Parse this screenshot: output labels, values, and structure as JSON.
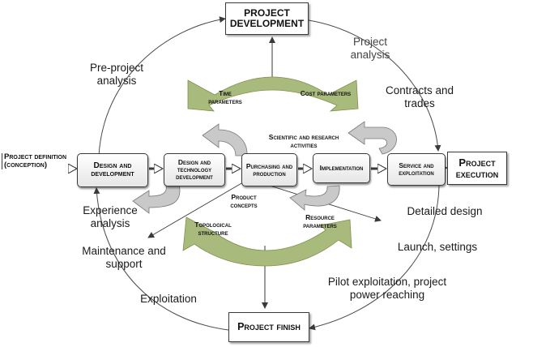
{
  "main_boxes": {
    "development": "PROJECT DEVELOPMENT",
    "execution": "Project execution",
    "finish": "Project finish",
    "definition": "Project definition (conception)"
  },
  "process_boxes": [
    "Design and development",
    "Design and technology development",
    "Purchasing and production",
    "Implementation",
    "Service and exploitation"
  ],
  "cycle_labels": {
    "pre_project": "Pre-project analysis",
    "project_analysis": "Project analysis",
    "contracts": "Contracts and trades",
    "detailed_design": "Detailed design",
    "launch": "Launch, settings",
    "pilot": "Pilot exploitation, project power reaching",
    "exploitation": "Exploitation",
    "maintenance": "Maintenance and support",
    "experience": "Experience analysis"
  },
  "inner_labels": {
    "time": "Time parameters",
    "cost": "Cost parameters",
    "scientific": "Scientific and research activities",
    "product": "Product concepts",
    "topological": "Topological structure",
    "resource": "Resource parameters"
  },
  "colors": {
    "arc_fill": "#a9ba7d",
    "cycle_line": "#4a4a4a",
    "box_border": "#3a3a3a"
  }
}
